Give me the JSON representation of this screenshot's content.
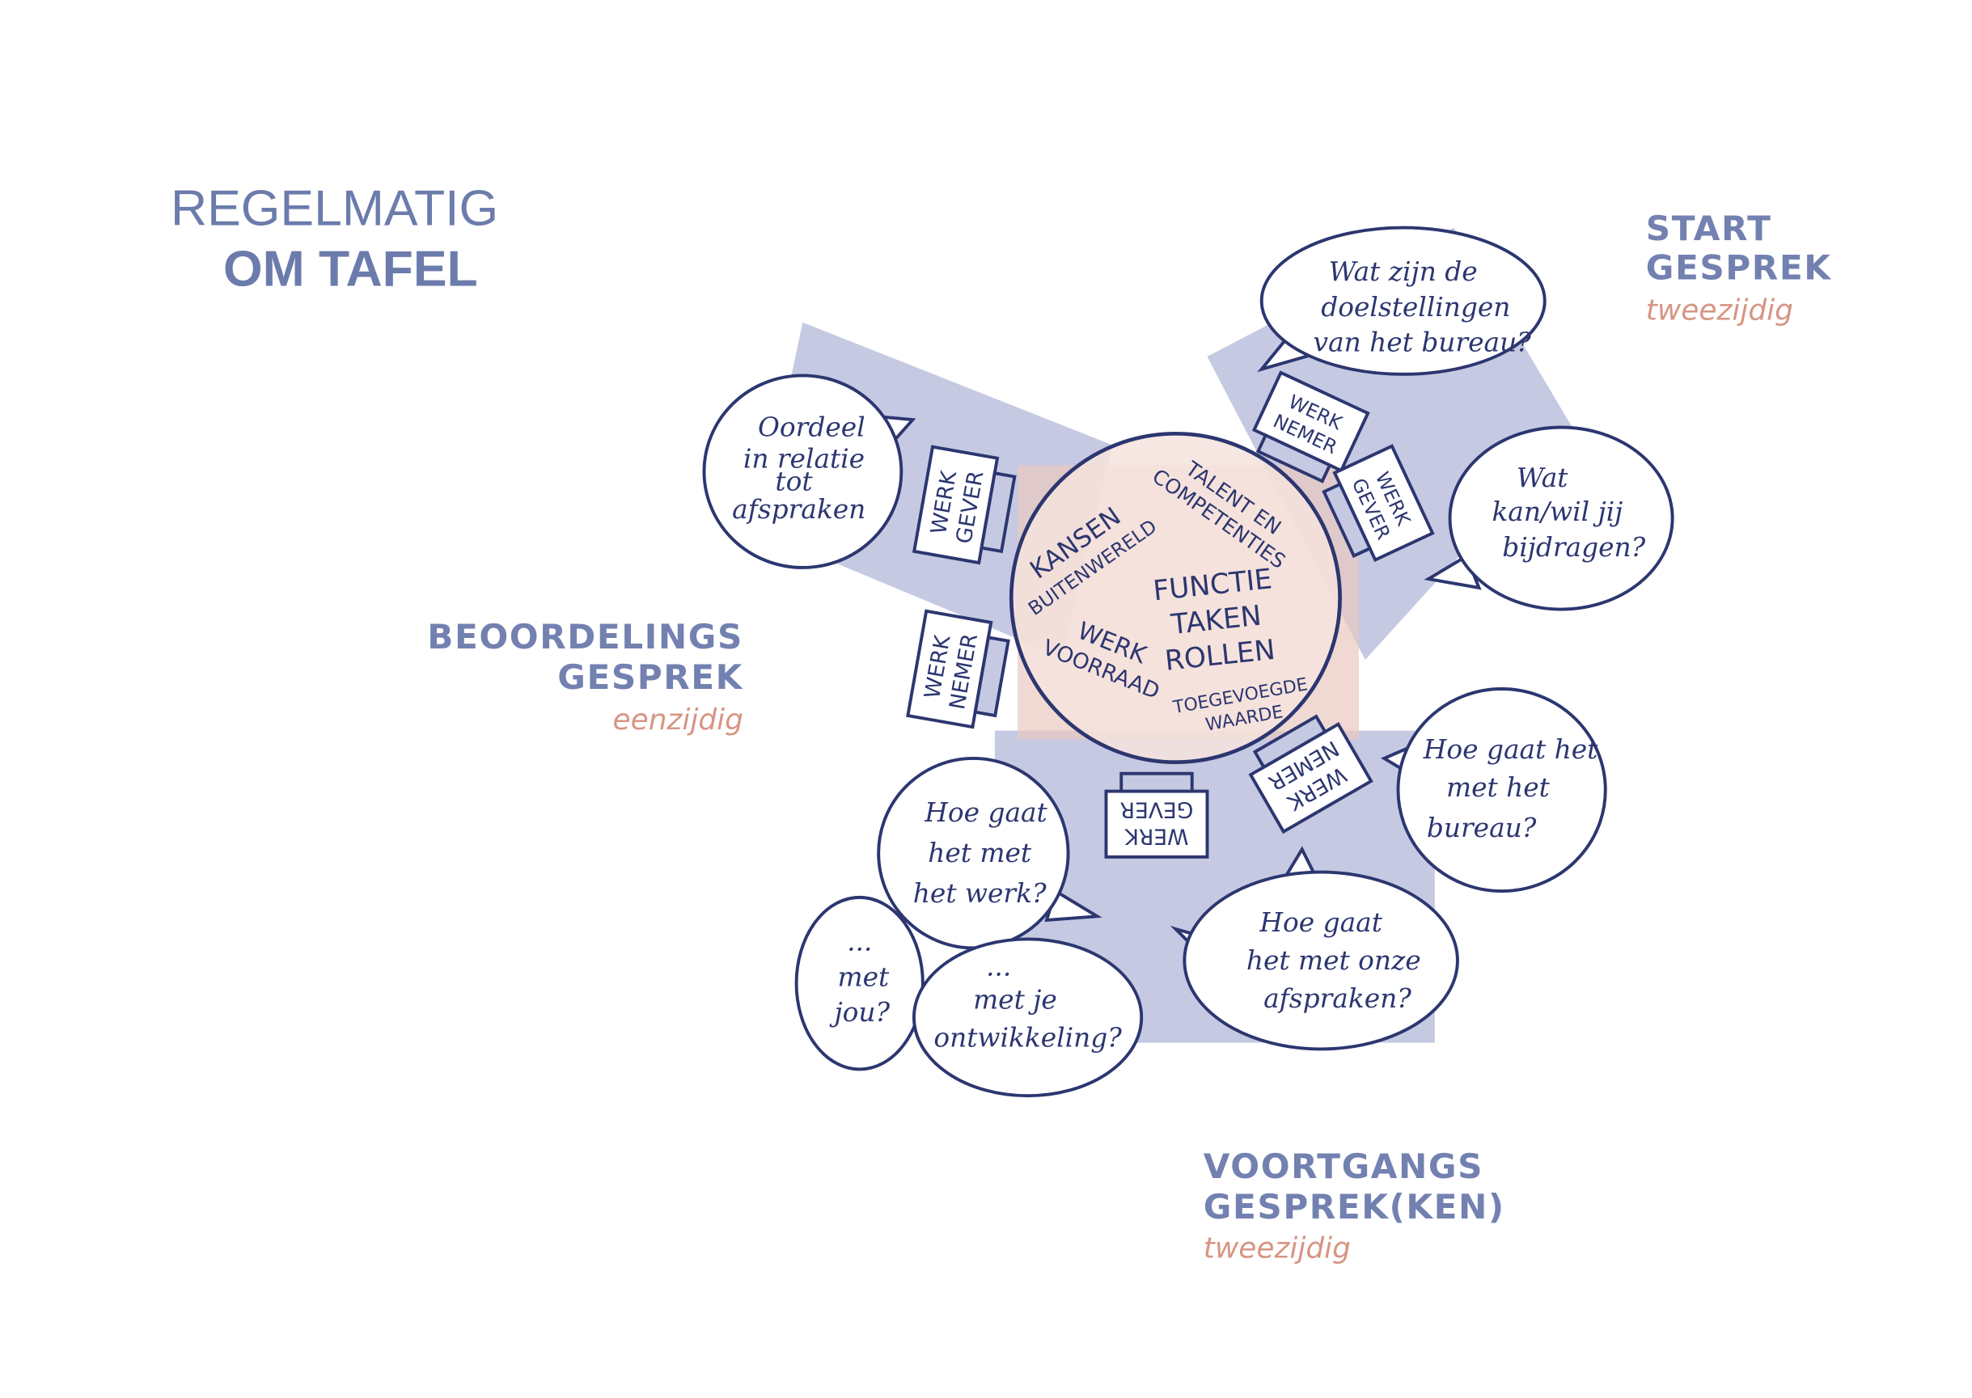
{
  "title": {
    "line1": "REGELMATIG",
    "line2": "OM TAFEL"
  },
  "sections": {
    "start": {
      "line1": "START",
      "line2": "GESPREK",
      "sub": "tweezijdig"
    },
    "beoordeling": {
      "line1": "BEOORDELINGS",
      "line2": "GESPREK",
      "sub": "eenzijdig"
    },
    "voortgang": {
      "line1": "VOORTGANGS",
      "line2": "GESPREK(KEN)",
      "sub": "tweezijdig"
    }
  },
  "table": {
    "kansen": [
      "KANSEN",
      "BUITENWERELD"
    ],
    "talent": [
      "TALENT EN",
      "COMPETENTIES"
    ],
    "werk": [
      "WERK",
      "VOORRAAD"
    ],
    "functie": [
      "FUNCTIE",
      "TAKEN",
      "ROLLEN"
    ],
    "waarde": [
      "TOEGEVOEGDE",
      "WAARDE"
    ]
  },
  "chairs": {
    "werkgever": [
      "WERK",
      "GEVER"
    ],
    "werknemer": [
      "WERK",
      "NEMER"
    ]
  },
  "bubbles": [
    [
      "Wat zijn de",
      "doelstellingen",
      "van het bureau?"
    ],
    [
      "Wat",
      "kan/wil jij",
      "bijdragen?"
    ],
    [
      "Oordeel",
      "in relatie",
      "tot",
      "afspraken"
    ],
    [
      "Hoe gaat het",
      "met het",
      "bureau?"
    ],
    [
      "Hoe gaat",
      "het met",
      "het werk?"
    ],
    [
      "...",
      "met",
      "jou?"
    ],
    [
      "...",
      "met je",
      "ontwikkeling?"
    ],
    [
      "Hoe gaat",
      "het met onze",
      "afspraken?"
    ]
  ],
  "colors": {
    "ink": "#2c3670",
    "band": "#c5c9e2",
    "table": "#f6e3dd",
    "accent": "#d79584",
    "label": "#7381b0"
  }
}
